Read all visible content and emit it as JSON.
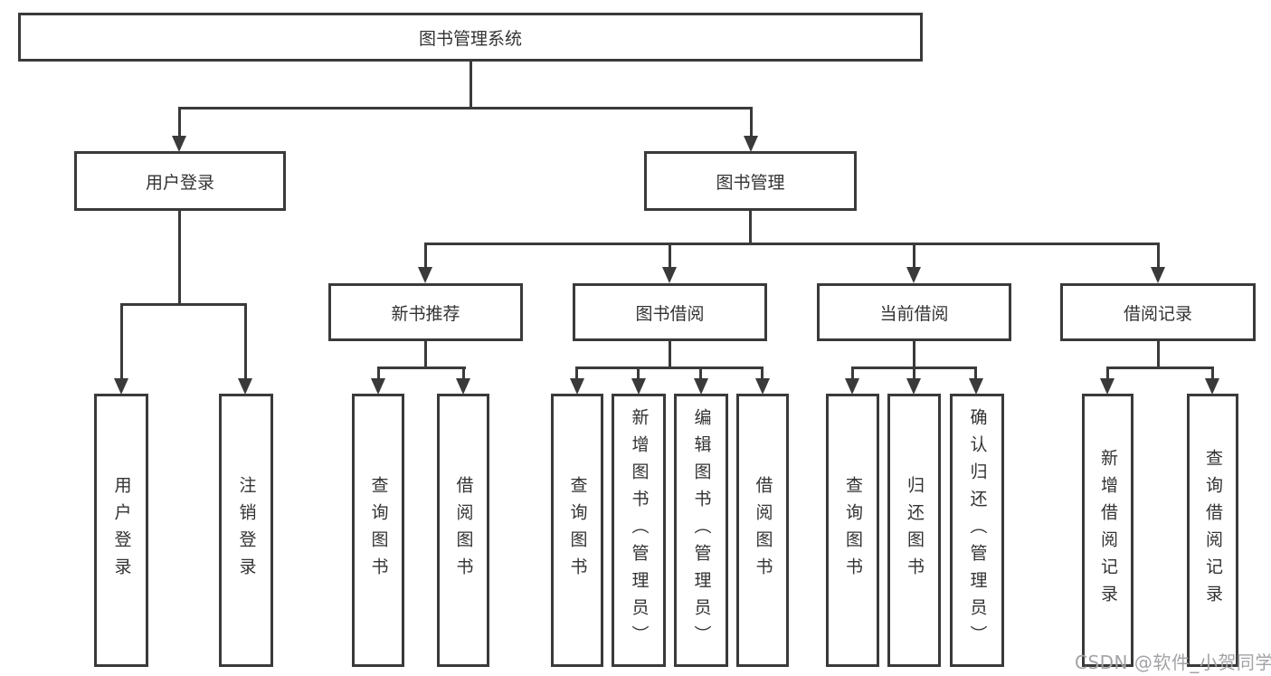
{
  "diagram": {
    "root": {
      "label": "图书管理系统"
    },
    "level1": [
      {
        "label": "用户登录"
      },
      {
        "label": "图书管理"
      }
    ],
    "level2": [
      {
        "label": "新书推荐"
      },
      {
        "label": "图书借阅"
      },
      {
        "label": "当前借阅"
      },
      {
        "label": "借阅记录"
      }
    ],
    "leaves": [
      {
        "label": "用户登录"
      },
      {
        "label": "注销登录"
      },
      {
        "label": "查询图书"
      },
      {
        "label": "借阅图书"
      },
      {
        "label": "查询图书"
      },
      {
        "label": "新增图书（管理员）"
      },
      {
        "label": "编辑图书（管理员）"
      },
      {
        "label": "借阅图书"
      },
      {
        "label": "查询图书"
      },
      {
        "label": "归还图书"
      },
      {
        "label": "确认归还（管理员）"
      },
      {
        "label": "新增借阅记录"
      },
      {
        "label": "查询借阅记录"
      }
    ]
  },
  "colors": {
    "line": "#3a3a3a",
    "text": "#333333",
    "watermark": "#a3a3a7",
    "background": "#ffffff"
  },
  "watermark": {
    "text": "CSDN @软件_小贺同学"
  }
}
